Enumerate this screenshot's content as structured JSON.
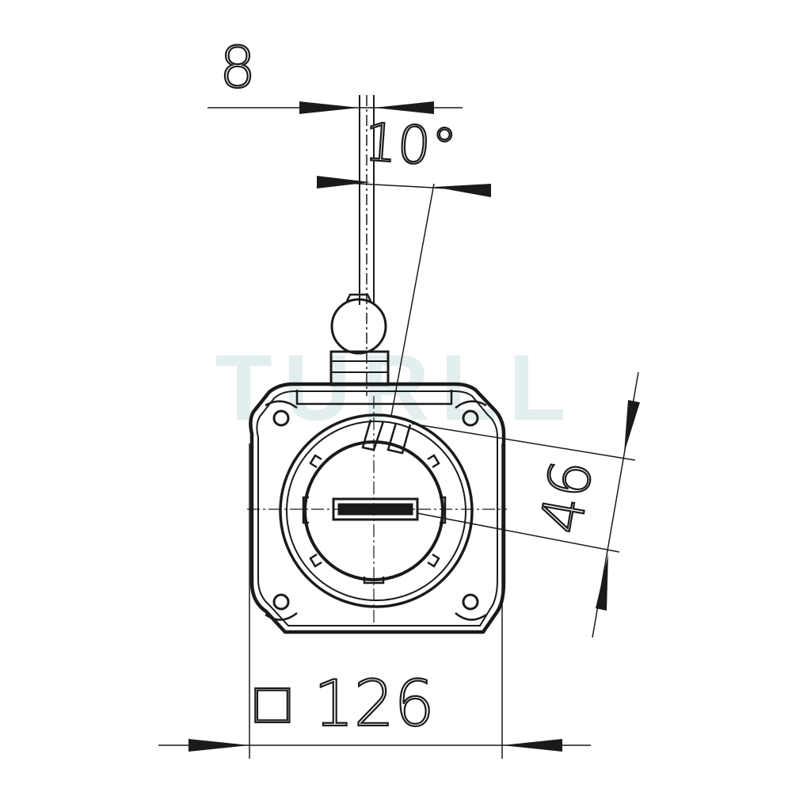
{
  "drawing": {
    "watermark": "TURLL",
    "dimensions": {
      "rod_diameter": "8",
      "swing_angle": "10°",
      "offset": "46",
      "housing_square_symbol": "□",
      "housing_size": "126"
    }
  },
  "colors": {
    "line": "#1a1a1a",
    "watermark": "#e3eeee",
    "background": "#ffffff"
  }
}
